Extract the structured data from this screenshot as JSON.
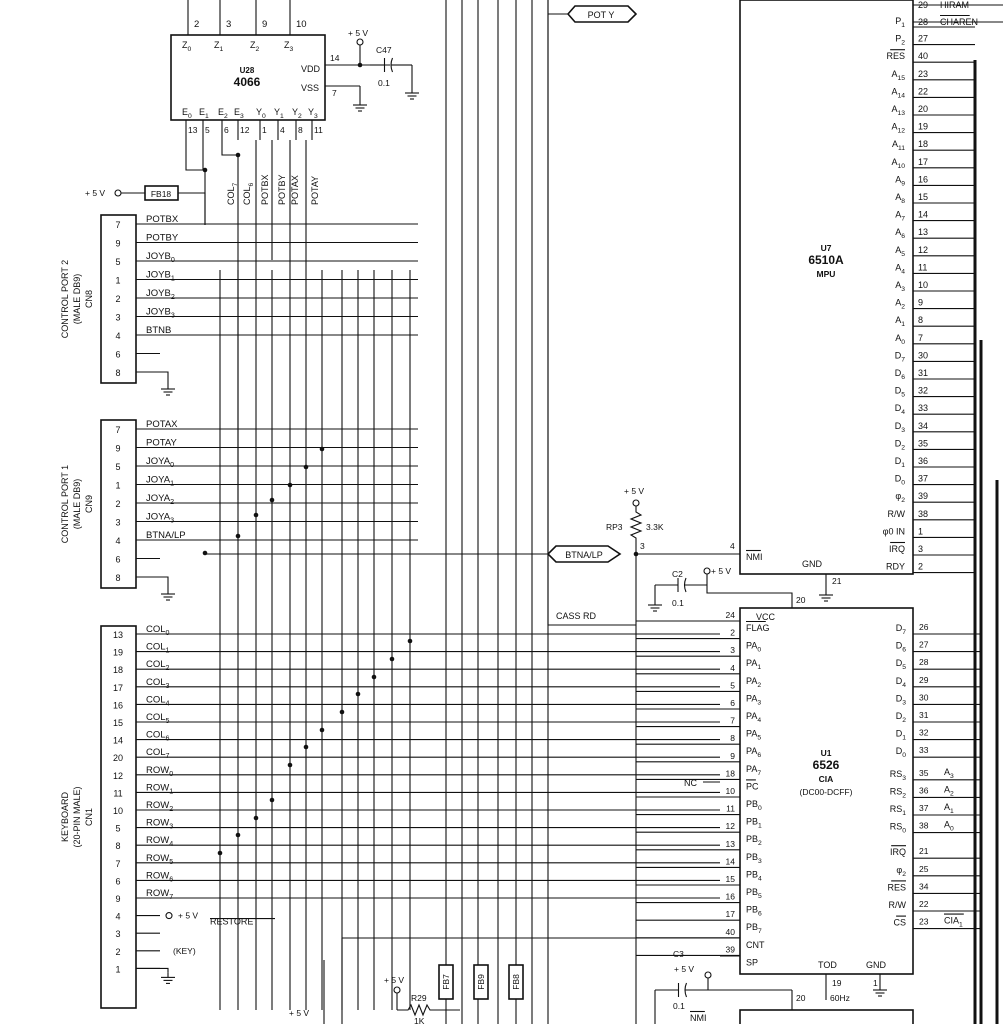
{
  "u28": {
    "ref": "U28",
    "part": "4066",
    "top_pins": [
      "2",
      "3",
      "9",
      "10"
    ],
    "z_labels": [
      "Z0",
      "Z1",
      "Z2",
      "Z3"
    ],
    "bottom_labels": [
      "E0",
      "E1",
      "E2",
      "E3",
      "Y0",
      "Y1",
      "Y2",
      "Y3"
    ],
    "bottom_pins": [
      "13",
      "5",
      "6",
      "12",
      "1",
      "4",
      "8",
      "11"
    ],
    "vdd": "VDD",
    "vss": "VSS",
    "vdd_pin": "14",
    "vss_pin": "7"
  },
  "c47": {
    "ref": "C47",
    "value": "0.1"
  },
  "plus5v": "+ 5 V",
  "fb18": "FB18",
  "vertical_signals": [
    "COL7",
    "COL6",
    "POTBX",
    "POTBY",
    "POTAX",
    "POTAY"
  ],
  "cn8": {
    "title": "CONTROL PORT 2",
    "sub": "(MALE DB9)",
    "ref": "CN8",
    "pins": [
      "7",
      "9",
      "5",
      "1",
      "2",
      "3",
      "4",
      "6",
      "8"
    ],
    "signals": [
      "POTBX",
      "POTBY",
      "JOYB0",
      "JOYB1",
      "JOYB2",
      "JOYB3",
      "BTNB",
      "",
      ""
    ]
  },
  "cn9": {
    "title": "CONTROL PORT 1",
    "sub": "(MALE DB9)",
    "ref": "CN9",
    "pins": [
      "7",
      "9",
      "5",
      "1",
      "2",
      "3",
      "4",
      "6",
      "8"
    ],
    "signals": [
      "POTAX",
      "POTAY",
      "JOYA0",
      "JOYA1",
      "JOYA2",
      "JOYA3",
      "BTNA/LP",
      "",
      ""
    ]
  },
  "cn1": {
    "title": "KEYBOARD",
    "sub": "(20-PIN MALE)",
    "ref": "CN1",
    "pins": [
      "13",
      "19",
      "18",
      "17",
      "16",
      "15",
      "14",
      "20",
      "12",
      "11",
      "10",
      "5",
      "8",
      "7",
      "6",
      "9",
      "4",
      "3",
      "2",
      "1"
    ],
    "signals": [
      "COL0",
      "COL1",
      "COL2",
      "COL3",
      "COL4",
      "COL5",
      "COL6",
      "COL7",
      "ROW0",
      "ROW1",
      "ROW2",
      "ROW3",
      "ROW4",
      "ROW5",
      "ROW6",
      "ROW7",
      "+ 5 V",
      "",
      "(KEY)",
      ""
    ],
    "restore": "RESTORE"
  },
  "u7": {
    "ref": "U7",
    "part": "6510A",
    "desc": "MPU",
    "top_pins": [
      {
        "pin": "29",
        "label": "HIRAM"
      },
      {
        "pin": "28",
        "label": "CHAREN"
      }
    ],
    "left_pins": [
      {
        "label": "P1",
        "pin": ""
      },
      {
        "label": "P2",
        "pin": "27"
      },
      {
        "label": "RES",
        "pin": "40"
      },
      {
        "label": "A15",
        "pin": "23"
      },
      {
        "label": "A14",
        "pin": "22"
      },
      {
        "label": "A13",
        "pin": "20"
      },
      {
        "label": "A12",
        "pin": "19"
      },
      {
        "label": "A11",
        "pin": "18"
      },
      {
        "label": "A10",
        "pin": "17"
      },
      {
        "label": "A9",
        "pin": "16"
      },
      {
        "label": "A8",
        "pin": "15"
      },
      {
        "label": "A7",
        "pin": "14"
      },
      {
        "label": "A6",
        "pin": "13"
      },
      {
        "label": "A5",
        "pin": "12"
      },
      {
        "label": "A4",
        "pin": "11"
      },
      {
        "label": "A3",
        "pin": "10"
      },
      {
        "label": "A2",
        "pin": "9"
      },
      {
        "label": "A1",
        "pin": "8"
      },
      {
        "label": "A0",
        "pin": "7"
      },
      {
        "label": "D7",
        "pin": "30"
      },
      {
        "label": "D6",
        "pin": "31"
      },
      {
        "label": "D5",
        "pin": "32"
      },
      {
        "label": "D4",
        "pin": "33"
      },
      {
        "label": "D3",
        "pin": "34"
      },
      {
        "label": "D2",
        "pin": "35"
      },
      {
        "label": "D1",
        "pin": "36"
      },
      {
        "label": "D0",
        "pin": "37"
      },
      {
        "label": "φ2",
        "pin": "39"
      },
      {
        "label": "R/W",
        "pin": "38"
      },
      {
        "label": "φ0 IN",
        "pin": "1"
      },
      {
        "label": "IRQ",
        "pin": "3"
      },
      {
        "label": "RDY",
        "pin": "2"
      }
    ],
    "nmi": "NMI",
    "nmi_pin": "4",
    "gnd": "GND",
    "gnd_pin": "21"
  },
  "u1": {
    "ref": "U1",
    "part": "6526",
    "desc": "CIA",
    "range": "(DC00-DCFF)",
    "left_pins": [
      {
        "label": "FLAG",
        "pin": "24"
      },
      {
        "label": "PA0",
        "pin": "2"
      },
      {
        "label": "PA1",
        "pin": "3"
      },
      {
        "label": "PA2",
        "pin": "4"
      },
      {
        "label": "PA3",
        "pin": "5"
      },
      {
        "label": "PA4",
        "pin": "6"
      },
      {
        "label": "PA5",
        "pin": "7"
      },
      {
        "label": "PA6",
        "pin": "8"
      },
      {
        "label": "PA7",
        "pin": "9"
      },
      {
        "label": "PC",
        "pin": "18"
      },
      {
        "label": "PB0",
        "pin": "10"
      },
      {
        "label": "PB1",
        "pin": "11"
      },
      {
        "label": "PB2",
        "pin": "12"
      },
      {
        "label": "PB3",
        "pin": "13"
      },
      {
        "label": "PB4",
        "pin": "14"
      },
      {
        "label": "PB5",
        "pin": "15"
      },
      {
        "label": "PB6",
        "pin": "16"
      },
      {
        "label": "PB7",
        "pin": "17"
      },
      {
        "label": "CNT",
        "pin": "40"
      },
      {
        "label": "SP",
        "pin": "39"
      }
    ],
    "right_pins": [
      {
        "label": "D7",
        "pin": "26"
      },
      {
        "label": "D6",
        "pin": "27"
      },
      {
        "label": "D5",
        "pin": "28"
      },
      {
        "label": "D4",
        "pin": "29"
      },
      {
        "label": "D3",
        "pin": "30"
      },
      {
        "label": "D2",
        "pin": "31"
      },
      {
        "label": "D1",
        "pin": "32"
      },
      {
        "label": "D0",
        "pin": "33"
      },
      {
        "label": "RS3",
        "pin": "35",
        "ext": "A3"
      },
      {
        "label": "RS2",
        "pin": "36",
        "ext": "A2"
      },
      {
        "label": "RS1",
        "pin": "37",
        "ext": "A1"
      },
      {
        "label": "RS0",
        "pin": "38",
        "ext": "A0"
      },
      {
        "label": "IRQ",
        "pin": "21"
      },
      {
        "label": "φ2",
        "pin": "25"
      },
      {
        "label": "RES",
        "pin": "34"
      },
      {
        "label": "R/W",
        "pin": "22"
      },
      {
        "label": "CS",
        "pin": "23",
        "ext": "CIA1"
      }
    ],
    "vcc": "VCC",
    "vcc_pin": "20",
    "tod": "TOD",
    "gnd": "GND",
    "tod_pin": "19",
    "gnd_pin": "1",
    "hz": "60Hz",
    "nc": "NC"
  },
  "rp3": {
    "ref": "RP3",
    "value": "3.3K",
    "pin": "3"
  },
  "c2": {
    "ref": "C2",
    "value": "0.1"
  },
  "c3": {
    "ref": "C3",
    "value": "0.1"
  },
  "r29": {
    "ref": "R29",
    "value": "1K"
  },
  "ferrites": [
    "FB7",
    "FB9",
    "FB8"
  ],
  "connectors": {
    "poty": "POT Y",
    "btna": "BTNA/LP"
  },
  "cass_rd": "CASS  RD",
  "pin20": "20",
  "nmi_bottom": "NMI"
}
